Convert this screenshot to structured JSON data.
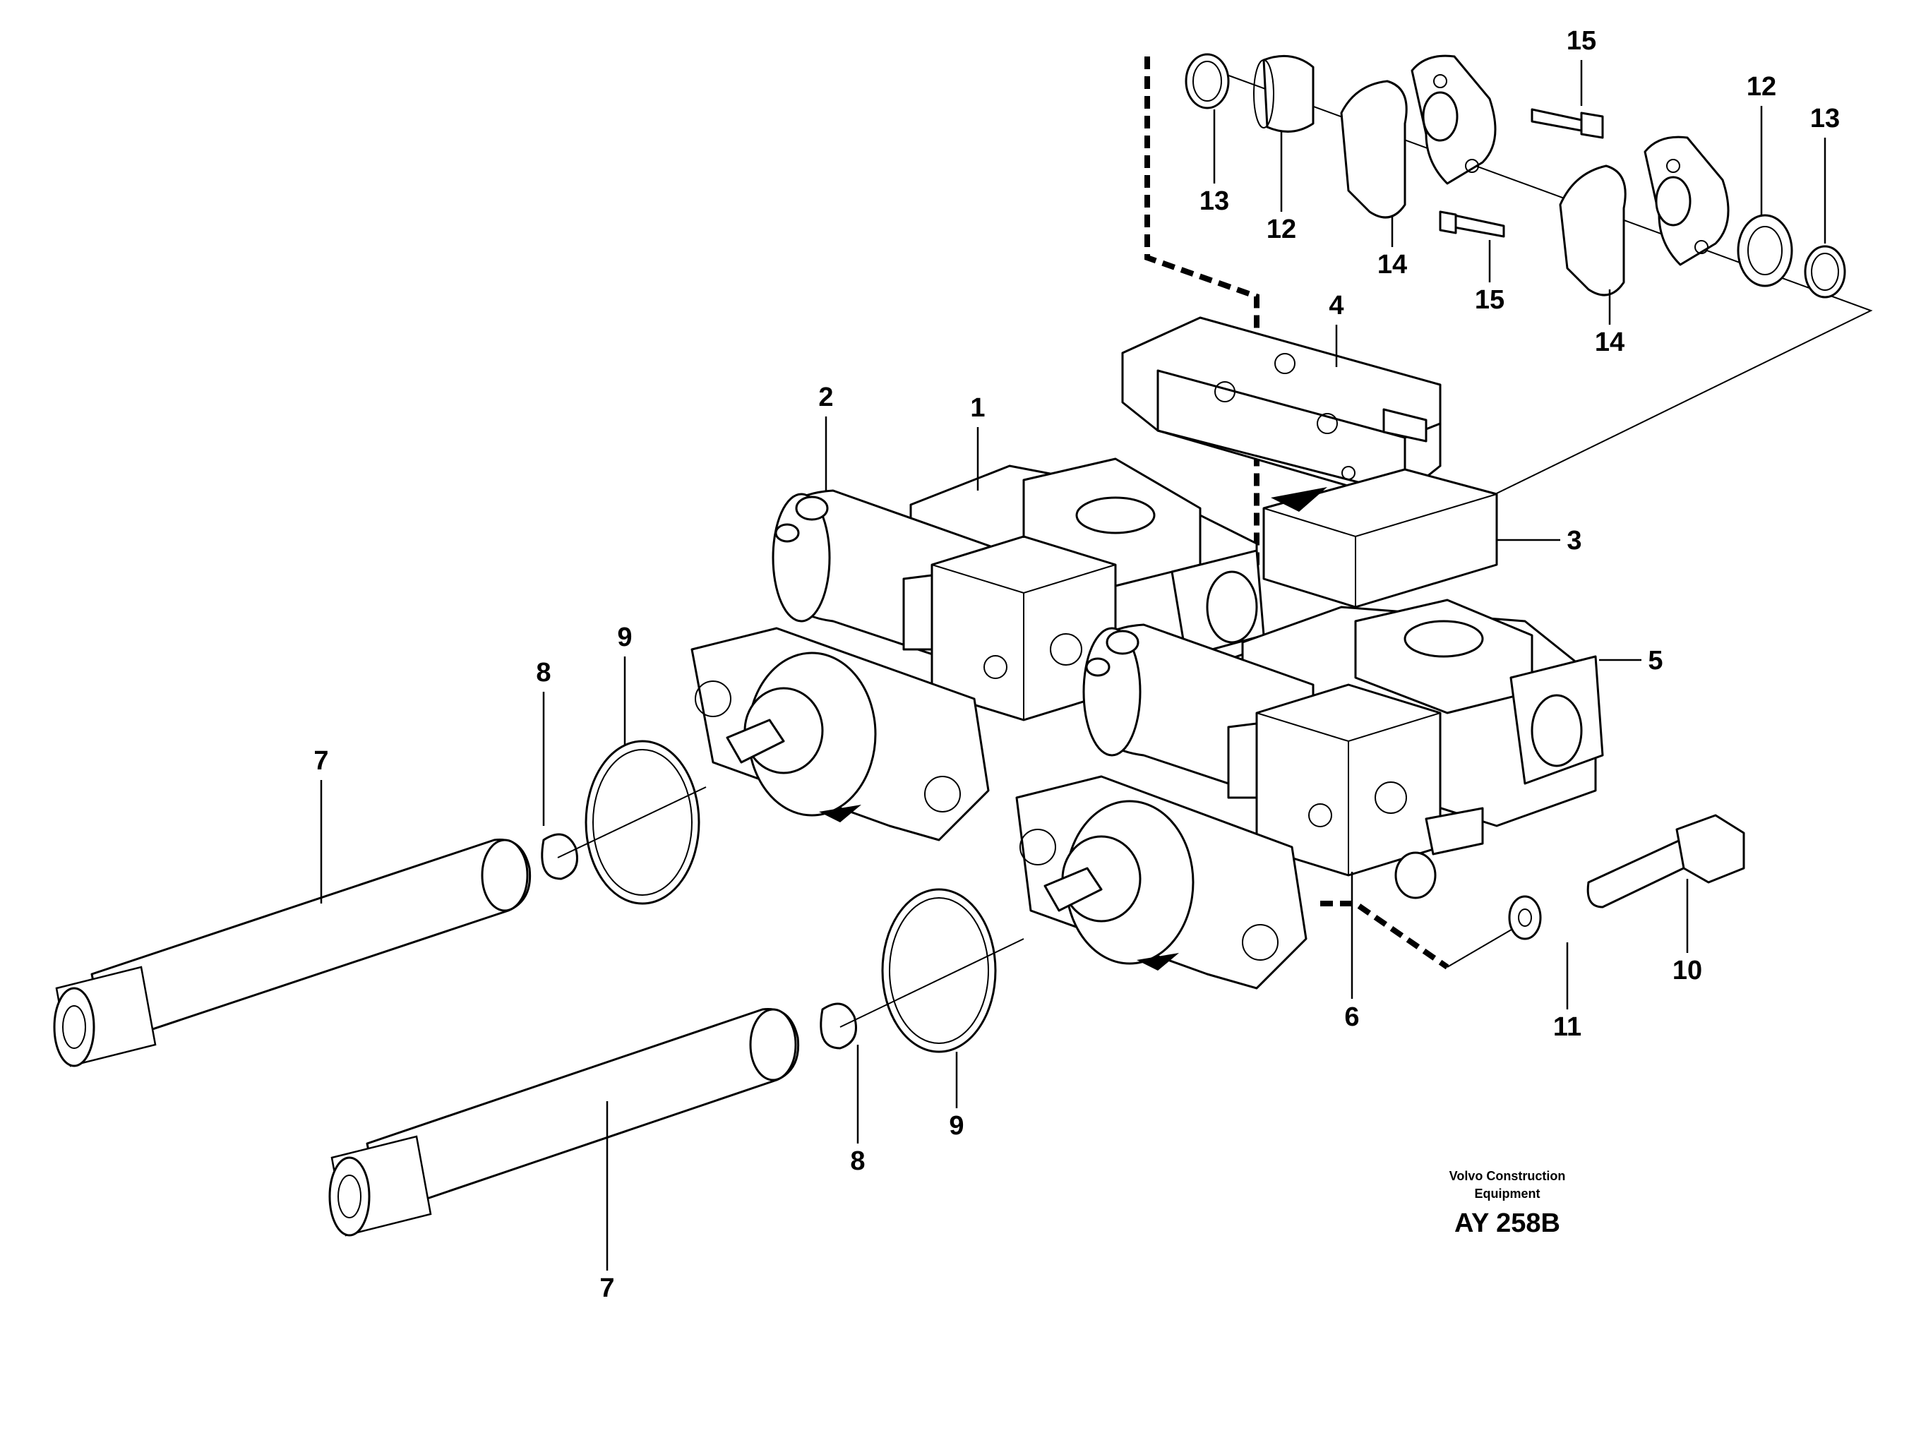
{
  "callouts": {
    "c1": "1",
    "c2": "2",
    "c3": "3",
    "c4": "4",
    "c5": "5",
    "c6": "6",
    "c7a": "7",
    "c7b": "7",
    "c8a": "8",
    "c8b": "8",
    "c9a": "9",
    "c9b": "9",
    "c10": "10",
    "c11": "11",
    "c12a": "12",
    "c12b": "12",
    "c13a": "13",
    "c13b": "13",
    "c14a": "14",
    "c14b": "14",
    "c15a": "15",
    "c15b": "15"
  },
  "credit": {
    "line1": "Volvo Construction",
    "line2": "Equipment",
    "code": "AY 258B"
  },
  "colors": {
    "ink": "#000000",
    "paper": "#ffffff"
  }
}
